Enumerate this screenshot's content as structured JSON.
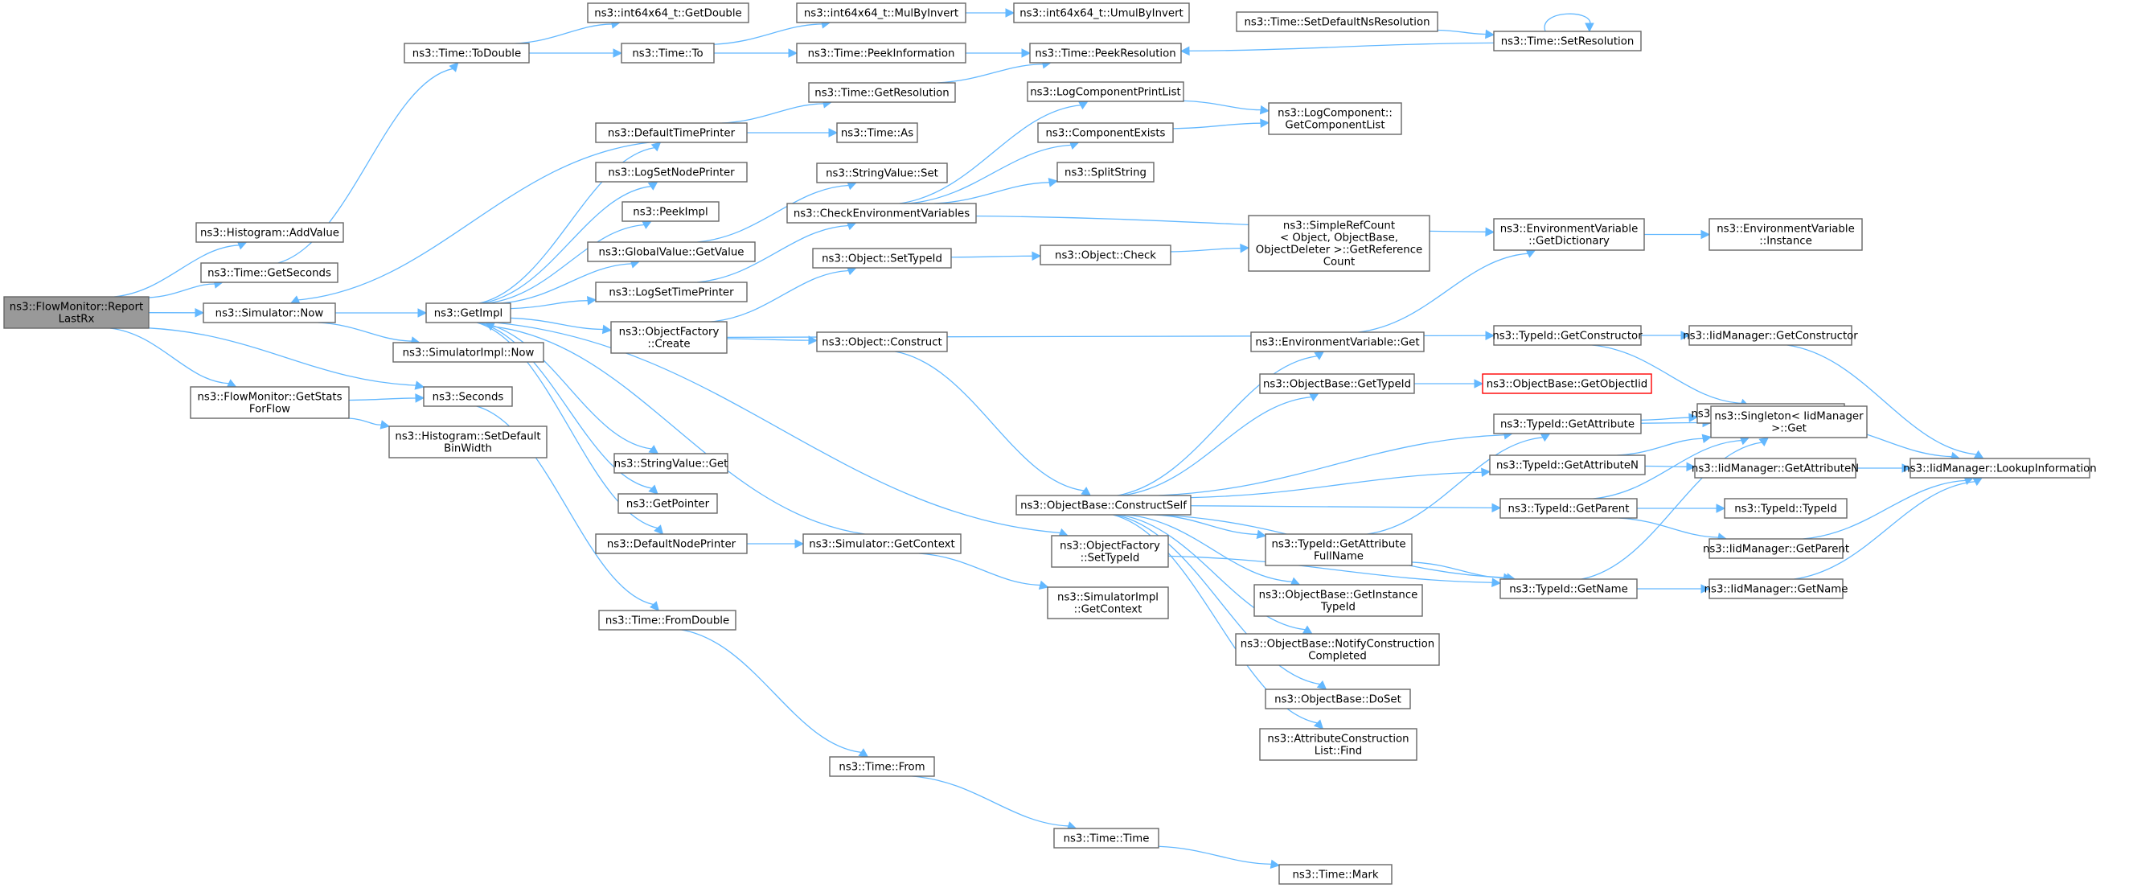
{
  "graph": {
    "colors": {
      "edge": "#63b8ff",
      "node_border": "#666666",
      "root_fill": "#999999",
      "highlight_border": "#ff0000"
    },
    "nodes": [
      {
        "id": "root",
        "lines": [
          "ns3::FlowMonitor::Report",
          "LastRx"
        ],
        "style": "root"
      },
      {
        "id": "addValue",
        "lines": [
          "ns3::Histogram::AddValue"
        ]
      },
      {
        "id": "getSeconds",
        "lines": [
          "ns3::Time::GetSeconds"
        ]
      },
      {
        "id": "simNow",
        "lines": [
          "ns3::Simulator::Now"
        ]
      },
      {
        "id": "getStats",
        "lines": [
          "ns3::FlowMonitor::GetStats",
          "ForFlow"
        ]
      },
      {
        "id": "toDouble",
        "lines": [
          "ns3::Time::ToDouble"
        ]
      },
      {
        "id": "i64GetDouble",
        "lines": [
          "ns3::int64x64_t::GetDouble"
        ]
      },
      {
        "id": "timeTo",
        "lines": [
          "ns3::Time::To"
        ]
      },
      {
        "id": "i64MulByInvert",
        "lines": [
          "ns3::int64x64_t::MulByInvert"
        ]
      },
      {
        "id": "i64UmulByInvert",
        "lines": [
          "ns3::int64x64_t::UmulByInvert"
        ]
      },
      {
        "id": "peekInfo",
        "lines": [
          "ns3::Time::PeekInformation"
        ]
      },
      {
        "id": "peekRes",
        "lines": [
          "ns3::Time::PeekResolution"
        ]
      },
      {
        "id": "setDefNsRes",
        "lines": [
          "ns3::Time::SetDefaultNsResolution"
        ]
      },
      {
        "id": "setRes",
        "lines": [
          "ns3::Time::SetResolution"
        ]
      },
      {
        "id": "getRes",
        "lines": [
          "ns3::Time::GetResolution"
        ]
      },
      {
        "id": "defTimePrinter",
        "lines": [
          "ns3::DefaultTimePrinter"
        ]
      },
      {
        "id": "timeAs",
        "lines": [
          "ns3::Time::As"
        ]
      },
      {
        "id": "logSetNodePrinter",
        "lines": [
          "ns3::LogSetNodePrinter"
        ]
      },
      {
        "id": "peekImpl",
        "lines": [
          "ns3::PeekImpl"
        ]
      },
      {
        "id": "gvGetValue",
        "lines": [
          "ns3::GlobalValue::GetValue"
        ]
      },
      {
        "id": "logSetTimePrinter",
        "lines": [
          "ns3::LogSetTimePrinter"
        ]
      },
      {
        "id": "getImpl",
        "lines": [
          "ns3::GetImpl"
        ]
      },
      {
        "id": "simImplNow",
        "lines": [
          "ns3::SimulatorImpl::Now"
        ]
      },
      {
        "id": "seconds",
        "lines": [
          "ns3::Seconds"
        ]
      },
      {
        "id": "histSetDefBin",
        "lines": [
          "ns3::Histogram::SetDefault",
          "BinWidth"
        ]
      },
      {
        "id": "stringValueSet",
        "lines": [
          "ns3::StringValue::Set"
        ]
      },
      {
        "id": "checkEnvVars",
        "lines": [
          "ns3::CheckEnvironmentVariables"
        ]
      },
      {
        "id": "logCompPrintList",
        "lines": [
          "ns3::LogComponentPrintList"
        ]
      },
      {
        "id": "compExists",
        "lines": [
          "ns3::ComponentExists"
        ]
      },
      {
        "id": "splitString",
        "lines": [
          "ns3::SplitString"
        ]
      },
      {
        "id": "logCompGetList",
        "lines": [
          "ns3::LogComponent::",
          "GetComponentList"
        ]
      },
      {
        "id": "objSetTypeId",
        "lines": [
          "ns3::Object::SetTypeId"
        ]
      },
      {
        "id": "objCheck",
        "lines": [
          "ns3::Object::Check"
        ]
      },
      {
        "id": "simpleRefCount",
        "lines": [
          "ns3::SimpleRefCount",
          "< Object, ObjectBase,",
          "ObjectDeleter >::GetReference",
          "Count"
        ]
      },
      {
        "id": "envVarGetDict",
        "lines": [
          "ns3::EnvironmentVariable",
          "::GetDictionary"
        ]
      },
      {
        "id": "envVarInstance",
        "lines": [
          "ns3::EnvironmentVariable",
          "::Instance"
        ]
      },
      {
        "id": "objFactCreate",
        "lines": [
          "ns3::ObjectFactory",
          "::Create"
        ]
      },
      {
        "id": "objConstruct",
        "lines": [
          "ns3::Object::Construct"
        ]
      },
      {
        "id": "typeIdGetCtor",
        "lines": [
          "ns3::TypeId::GetConstructor"
        ]
      },
      {
        "id": "iidGetCtor",
        "lines": [
          "ns3::IidManager::GetConstructor"
        ]
      },
      {
        "id": "envVarGet",
        "lines": [
          "ns3::EnvironmentVariable::Get"
        ]
      },
      {
        "id": "iidGetAttr",
        "lines": [
          "ns3::IidManager::GetAttribute"
        ]
      },
      {
        "id": "objBaseGetTypeId",
        "lines": [
          "ns3::ObjectBase::GetTypeId"
        ]
      },
      {
        "id": "objBaseGetObjectIid",
        "lines": [
          "ns3::ObjectBase::GetObjectIid"
        ],
        "style": "highlight"
      },
      {
        "id": "typeIdGetAttr",
        "lines": [
          "ns3::TypeId::GetAttribute"
        ]
      },
      {
        "id": "singletonGet",
        "lines": [
          "ns3::Singleton< IidManager",
          ">::Get"
        ]
      },
      {
        "id": "stringValueGet",
        "lines": [
          "ns3::StringValue::Get"
        ]
      },
      {
        "id": "typeIdGetAttrN",
        "lines": [
          "ns3::TypeId::GetAttributeN"
        ]
      },
      {
        "id": "iidGetAttrN",
        "lines": [
          "ns3::IidManager::GetAttributeN"
        ]
      },
      {
        "id": "iidLookup",
        "lines": [
          "ns3::IidManager::LookupInformation"
        ]
      },
      {
        "id": "getPointer",
        "lines": [
          "ns3::GetPointer"
        ]
      },
      {
        "id": "objBaseConstructSelf",
        "lines": [
          "ns3::ObjectBase::ConstructSelf"
        ]
      },
      {
        "id": "typeIdGetParent",
        "lines": [
          "ns3::TypeId::GetParent"
        ]
      },
      {
        "id": "typeIdTypeId",
        "lines": [
          "ns3::TypeId::TypeId"
        ]
      },
      {
        "id": "defNodePrinter",
        "lines": [
          "ns3::DefaultNodePrinter"
        ]
      },
      {
        "id": "simGetContext",
        "lines": [
          "ns3::Simulator::GetContext"
        ]
      },
      {
        "id": "objFactSetTypeId",
        "lines": [
          "ns3::ObjectFactory",
          "::SetTypeId"
        ]
      },
      {
        "id": "typeIdGetAttrFull",
        "lines": [
          "ns3::TypeId::GetAttribute",
          "FullName"
        ]
      },
      {
        "id": "iidGetParent",
        "lines": [
          "ns3::IidManager::GetParent"
        ]
      },
      {
        "id": "typeIdGetName",
        "lines": [
          "ns3::TypeId::GetName"
        ]
      },
      {
        "id": "iidGetName",
        "lines": [
          "ns3::IidManager::GetName"
        ]
      },
      {
        "id": "simImplGetContext",
        "lines": [
          "ns3::SimulatorImpl",
          "::GetContext"
        ]
      },
      {
        "id": "objBaseGetInstTypeId",
        "lines": [
          "ns3::ObjectBase::GetInstance",
          "TypeId"
        ]
      },
      {
        "id": "timeFromDouble",
        "lines": [
          "ns3::Time::FromDouble"
        ]
      },
      {
        "id": "objBaseNotify",
        "lines": [
          "ns3::ObjectBase::NotifyConstruction",
          "Completed"
        ]
      },
      {
        "id": "objBaseDoSet",
        "lines": [
          "ns3::ObjectBase::DoSet"
        ]
      },
      {
        "id": "attrConstrFind",
        "lines": [
          "ns3::AttributeConstruction",
          "List::Find"
        ]
      },
      {
        "id": "timeFrom",
        "lines": [
          "ns3::Time::From"
        ]
      },
      {
        "id": "timeTime",
        "lines": [
          "ns3::Time::Time"
        ]
      },
      {
        "id": "timeMark",
        "lines": [
          "ns3::Time::Mark"
        ]
      }
    ]
  }
}
